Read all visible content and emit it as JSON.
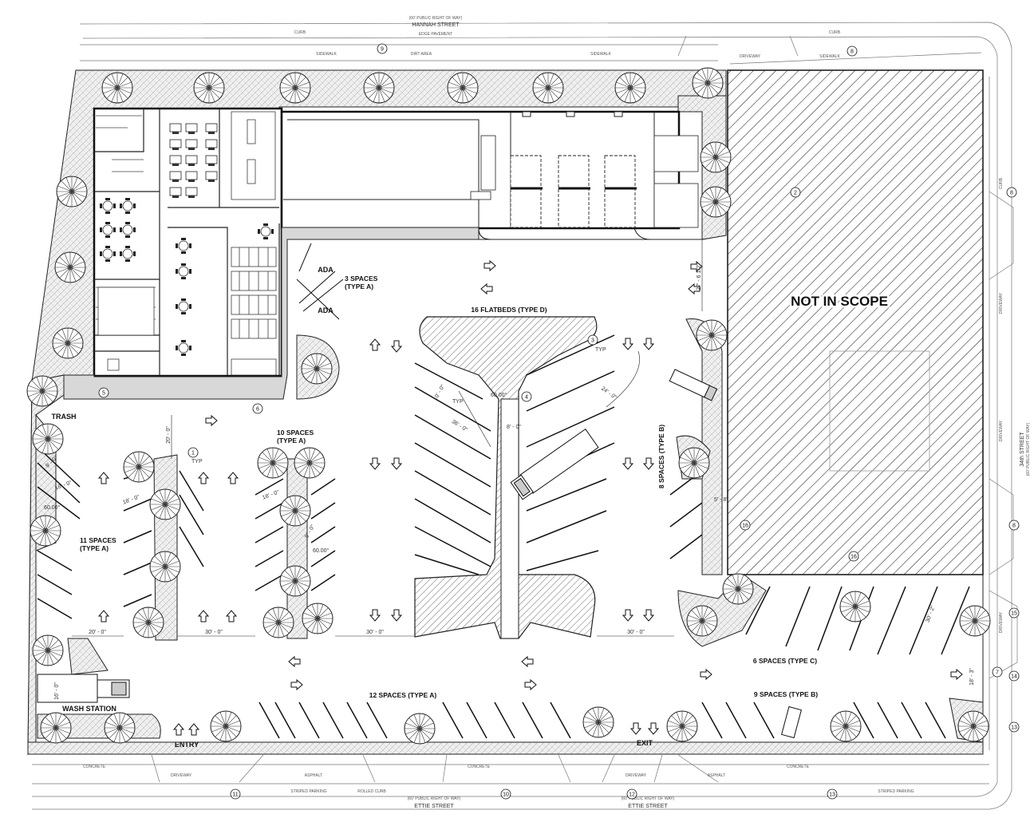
{
  "streets": {
    "north_name": "HANNAH STREET",
    "north_row": "(60' PUBLIC RIGHT OF WAY)",
    "north_edge": "EDGE PAVEMENT",
    "south_name": "ETTIE STREET",
    "south_row": "(60' PUBLIC RIGHT OF WAY)",
    "east_name": "34th STREET",
    "east_row": "(60' PUBLIC RIGHT OF WAY)"
  },
  "street_labels": {
    "curb": "CURB",
    "sidewalk": "SIDEWALK",
    "dirt_area": "DIRT AREA",
    "driveway": "DRIVEWAY",
    "asphalt": "ASPHALT",
    "concrete": "CONCRETE",
    "striped_parking": "STRIPED PARKING",
    "rolled_curb": "ROLLED CURB"
  },
  "areas": {
    "not_in_scope": "NOT IN SCOPE",
    "trash": "TRASH",
    "wash_station": "WASH STATION",
    "entry": "ENTRY",
    "exit": "EXIT",
    "ada_1": "ADA",
    "ada_2": "ADA"
  },
  "parking_groups": [
    {
      "id": "spaces-3",
      "line1": "3 SPACES",
      "line2": "(TYPE A)"
    },
    {
      "id": "flatbeds-16",
      "line1": "16 FLATBEDS (TYPE D)",
      "line2": ""
    },
    {
      "id": "spaces-10",
      "line1": "10 SPACES",
      "line2": "(TYPE A)"
    },
    {
      "id": "spaces-11",
      "line1": "11 SPACES",
      "line2": "(TYPE A)"
    },
    {
      "id": "spaces-8",
      "line1": "8 SPACES (TYPE B)",
      "line2": ""
    },
    {
      "id": "spaces-6",
      "line1": "6 SPACES (TYPE C)",
      "line2": ""
    },
    {
      "id": "spaces-12",
      "line1": "12 SPACES (TYPE A)",
      "line2": ""
    },
    {
      "id": "spaces-9",
      "line1": "9 SPACES (TYPE B)",
      "line2": ""
    }
  ],
  "dimensions": {
    "d20a": "20' - 0\"",
    "d20b": "20' - 0\"",
    "d30a": "30' - 0\"",
    "d30b": "30' - 0\"",
    "d30c": "30' - 0\"",
    "d18a": "18' - 0\"",
    "d18b": "18' - 0\"",
    "d18c": "18' - 0\"",
    "d9a": "9' - 0\"",
    "d9b": "9' - 0\"",
    "d60a": "60.00°",
    "d60b": "60.00°",
    "d60c": "60.00°",
    "d36": "36' - 0\"",
    "d10": "10' - 0\"",
    "d8": "8' - 0\"",
    "d24": "24' - 0\"",
    "d27": "27' - 6 1/2\"",
    "d16": "16' - 0\"",
    "d18_3": "18' - 3\"",
    "d30_2": "30' - 2\"",
    "d5_8": "5' - 8\"",
    "typ1": "TYP",
    "typ2": "TYP",
    "typ3": "TYP"
  },
  "keynotes": [
    "1",
    "2",
    "3",
    "4",
    "5",
    "6",
    "7",
    "8",
    "9",
    "10",
    "11",
    "12",
    "13",
    "14",
    "15",
    "16"
  ],
  "colors": {
    "line": "#1a1a1a",
    "hatch": "#333333",
    "landscape": "#e9e9e9",
    "walkway": "#d5d5d5"
  }
}
